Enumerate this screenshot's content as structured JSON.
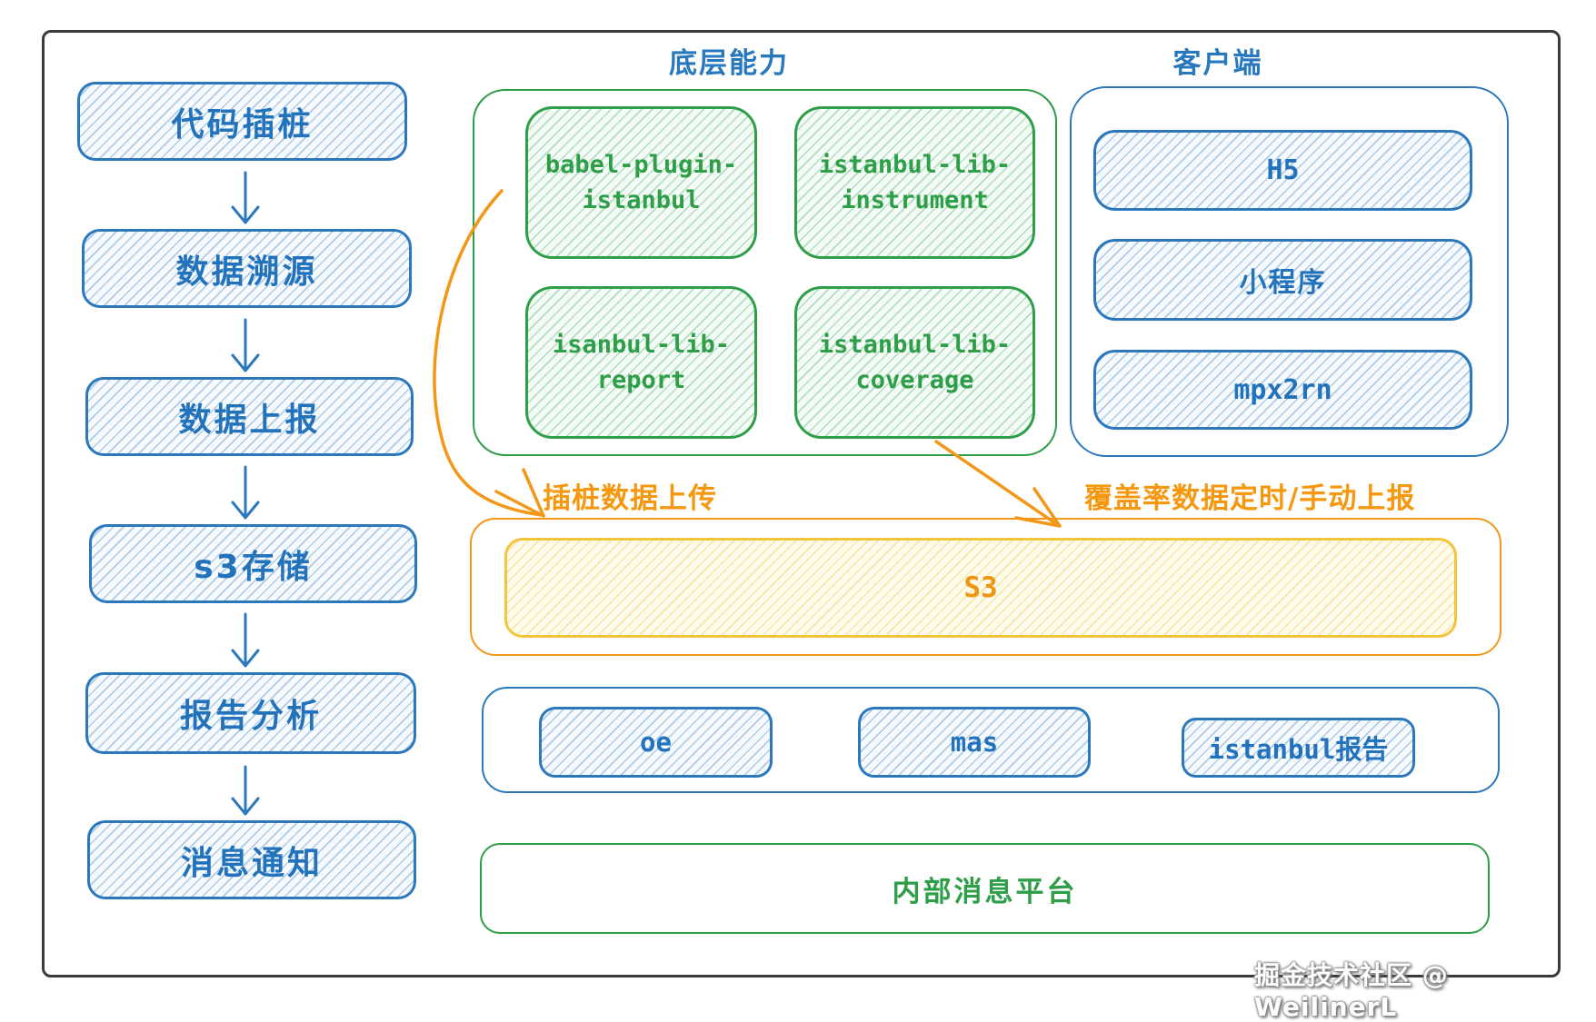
{
  "flow": {
    "steps": [
      "代码插桩",
      "数据溯源",
      "数据上报",
      "s3存储",
      "报告分析",
      "消息通知"
    ]
  },
  "capabilities": {
    "title": "底层能力",
    "items": [
      "babel-plugin-istanbul",
      "istanbul-lib-instrument",
      "isanbul-lib-report",
      "istanbul-lib-coverage"
    ]
  },
  "clients": {
    "title": "客户端",
    "items": [
      "H5",
      "小程序",
      "mpx2rn"
    ]
  },
  "edges": {
    "upload_label": "插桩数据上传",
    "report_label": "覆盖率数据定时/手动上报"
  },
  "storage": {
    "label": "S3"
  },
  "reports": {
    "items": [
      "oe",
      "mas",
      "istanbul报告"
    ]
  },
  "messaging": {
    "label": "内部消息平台"
  },
  "watermark": {
    "text": "掘金技术社区 @ WeilinerL"
  },
  "colors": {
    "blue": "#2273bb",
    "green": "#2f9e49",
    "orange": "#f5980f",
    "s3_border": "#f2c53d",
    "frame": "#3a3a3a"
  }
}
